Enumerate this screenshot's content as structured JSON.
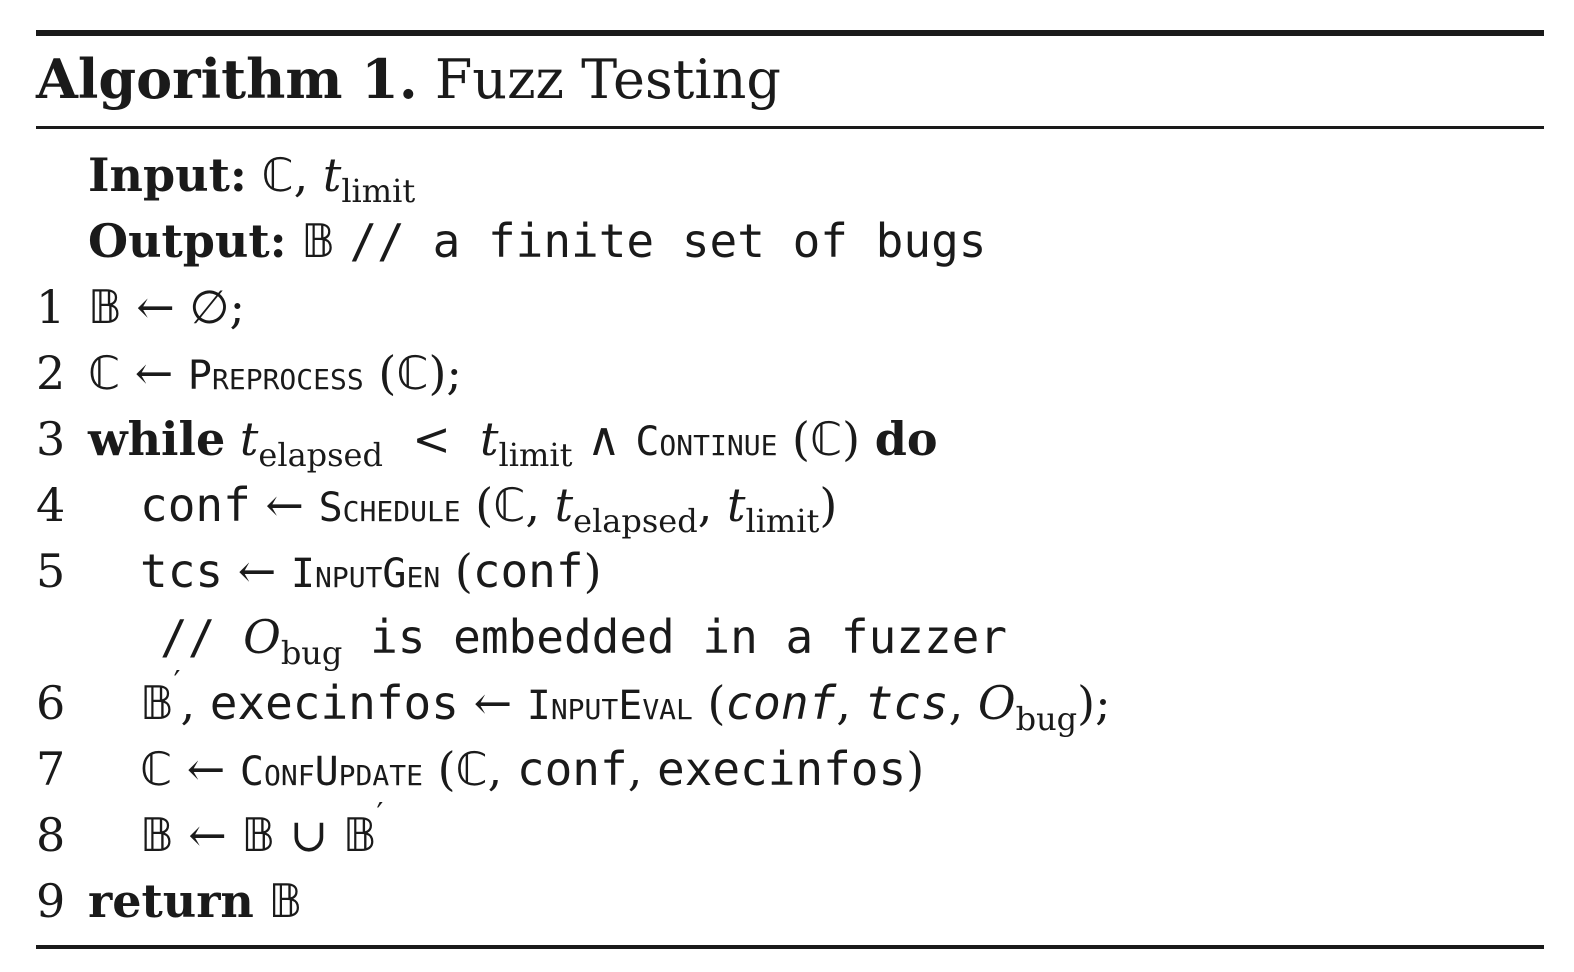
{
  "caption": {
    "label": "Algorithm 1.",
    "title": "Fuzz Testing"
  },
  "symbols": {
    "C": "ℂ",
    "B": "𝔹",
    "arrow": "←",
    "empty": "∅",
    "and": "∧",
    "union": "∪",
    "prime": "′",
    "lt": "<"
  },
  "input": {
    "label": "Input:",
    "t": "t",
    "t_sub": "limit"
  },
  "output": {
    "label": "Output:",
    "comment": "// a finite set of bugs"
  },
  "lines": [
    {
      "num": "1"
    },
    {
      "num": "2",
      "fn": "Preprocess"
    },
    {
      "num": "3",
      "kw_while": "while",
      "t1_sub": "elapsed",
      "t2_sub": "limit",
      "fn": "Continue",
      "kw_do": "do"
    },
    {
      "num": "4",
      "var": "conf",
      "fn": "Schedule",
      "t1_sub": "elapsed",
      "t2_sub": "limit"
    },
    {
      "num": "5",
      "var": "tcs",
      "fn": "InputGen",
      "arg": "conf"
    },
    {
      "comment_prefix": "// ",
      "O": "O",
      "O_sub": "bug",
      "comment_rest": " is embedded in a fuzzer"
    },
    {
      "num": "6",
      "var": "execinfos",
      "fn": "InputEval",
      "arg1": "conf",
      "arg2": "tcs",
      "O": "O",
      "O_sub": "bug"
    },
    {
      "num": "7",
      "fn": "ConfUpdate",
      "arg1": "conf",
      "arg2": "execinfos"
    },
    {
      "num": "8"
    },
    {
      "num": "9",
      "kw_return": "return"
    }
  ]
}
